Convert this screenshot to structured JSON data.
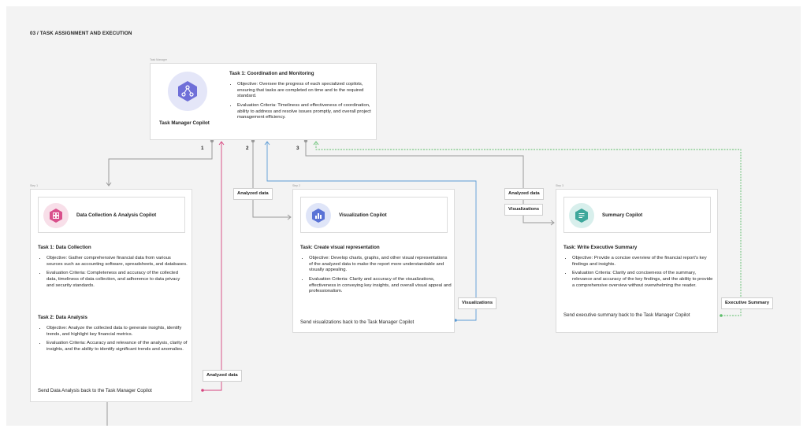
{
  "page_title": "03 / TASK ASSIGNMENT AND EXECUTION",
  "manager": {
    "small_label": "Task Manager",
    "name": "Task Manager Copilot",
    "icon": "network-nodes-icon",
    "task_title": "Task 1: Coordination and Monitoring",
    "bullets": [
      "Objective: Oversee the progress of each specialized copilots, ensuring that tasks are completed on time and to the required standard.",
      "Evaluation Criteria: Timeliness and effectiveness of coordination, ability to address and resolve issues promptly, and overall project management efficiency."
    ]
  },
  "numbers": [
    "1",
    "2",
    "3"
  ],
  "step1": {
    "small_label": "Step 1",
    "name": "Data Collection & Analysis Copilot",
    "icon": "grid-blocks-icon",
    "task1_title": "Task 1: Data Collection",
    "task1_bullets": [
      "Objective: Gather comprehensive financial data from various sources such as accounting software, spreadsheets, and databases.",
      "Evaluation Criteria: Completeness and accuracy of the collected data, timeliness of data collection, and adherence to data privacy and security standards."
    ],
    "task2_title": "Task 2: Data Analysis",
    "task2_bullets": [
      "Objective: Analyze the collected data to generate insights, identify trends, and highlight key financial metrics.",
      "Evaluation Criteria: Accuracy and relevance of the analysis, clarity of insights, and the ability to identify significant trends and anomalies."
    ],
    "footer": "Send Data Analysis back to the Task Manager Copilot"
  },
  "step2": {
    "small_label": "Step 2",
    "name": "Visualization Copilot",
    "icon": "bar-chart-icon",
    "task_title": "Task: Create visual representation",
    "bullets": [
      "Objective: Develop charts, graphs, and other visual representations of the analyzed data to make the report more understandable and visually appealing.",
      "Evaluation Criteria: Clarity and accuracy of the visualizations, effectiveness in conveying key insights, and overall visual appeal and professionalism."
    ],
    "footer": "Send visualizations back to the Task Manager Copilot"
  },
  "step3": {
    "small_label": "Step 3",
    "name": "Summary Copilot",
    "icon": "document-lines-icon",
    "task_title": "Task: Write Executive Summary",
    "bullets": [
      "Objective: Provide a concise overview of the financial report's key findings and insights.",
      "Evaluation Criteria: Clarity and conciseness of the summary, relevance and accuracy of the key findings, and the ability to provide a comprehensive overview without overwhelming the reader."
    ],
    "footer": "Send executive summary back to the Task Manager Copilot"
  },
  "edge_labels": {
    "analyzed_data_to_viz": "Analyzed data",
    "analyzed_data_to_summary": "Analyzed data",
    "visualizations_to_summary": "Visualizations",
    "visualizations_return": "Visualizations",
    "executive_summary_return": "Executive Summary",
    "analyzed_data_return": "Analyzed data"
  },
  "colors": {
    "assign_line": "#9a9a9a",
    "return_step1": "#d6457f",
    "return_step2": "#5b9bd5",
    "return_step3": "#5cbd6a",
    "manager_icon": "#6f6fd8",
    "step1_icon": "#d9508c",
    "step2_icon": "#5a73d6",
    "step3_icon": "#3ea79b"
  }
}
